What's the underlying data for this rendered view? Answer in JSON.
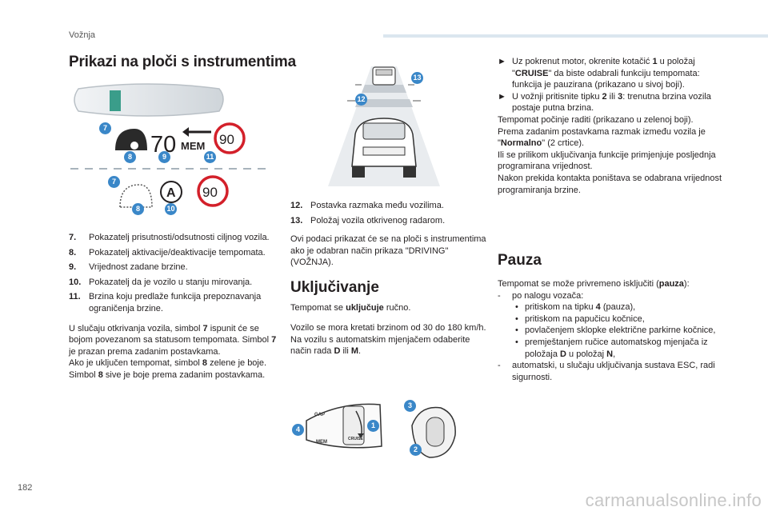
{
  "header": {
    "section": "Vožnja",
    "page_number": "182"
  },
  "watermark": "carmanualsonline.info",
  "title": "Prikazi na ploči s instrumentima",
  "dash": {
    "speed": "70",
    "mem": "MEM",
    "limit1": "90",
    "limit2": "90",
    "a": "A"
  },
  "badges": [
    "7",
    "8",
    "9",
    "11",
    "7",
    "8",
    "10",
    "12",
    "13",
    "3",
    "1",
    "4",
    "2"
  ],
  "legend_left": [
    {
      "n": "7.",
      "t": "Pokazatelj prisutnosti/odsutnosti ciljnog vozila."
    },
    {
      "n": "8.",
      "t": "Pokazatelj aktivacije/deaktivacije tempomata."
    },
    {
      "n": "9.",
      "t": "Vrijednost zadane brzine."
    },
    {
      "n": "10.",
      "t": "Pokazatelj da je vozilo u stanju mirovanja."
    },
    {
      "n": "11.",
      "t": "Brzina koju predlaže funkcija prepoznavanja ograničenja brzine."
    }
  ],
  "left_para": {
    "a1": "U slučaju otkrivanja vozila, simbol ",
    "a2": "7",
    "a3": " ispunit će se bojom povezanom sa statusom tempomata. Simbol ",
    "a4": "7",
    "a5": " je prazan prema zadanim postavkama.",
    "b1": "Ako je uključen tempomat, simbol ",
    "b2": "8",
    "b3": " zelene je boje. Simbol ",
    "b4": "8",
    "b5": " sive je boje prema zadanim postavkama."
  },
  "legend_mid": [
    {
      "n": "12.",
      "t": "Postavka razmaka među vozilima."
    },
    {
      "n": "13.",
      "t": "Položaj vozila otkrivenog radarom."
    }
  ],
  "mid_para": "Ovi podaci prikazat će se na ploči s instrumentima ako je odabran način prikaza \"DRIVING\" (VOŽNJA).",
  "ukljucivanje": {
    "title": "Uključivanje",
    "p1a": "Tempomat se ",
    "p1b": "uključuje",
    "p1c": " ručno.",
    "p2a": "Vozilo se mora kretati brzinom od 30 do 180 km/h. Na vozilu s automatskim mjenjačem odaberite način rada ",
    "p2b": "D",
    "p2c": " ili ",
    "p2d": "M",
    "p2e": "."
  },
  "stalk": {
    "gap": "GAP",
    "mem": "MEM",
    "cruise": "CRUISE"
  },
  "right": {
    "i1a": "Uz pokrenut motor, okrenite kotačić ",
    "i1b": "1",
    "i1c": " u položaj \"",
    "i1d": "CRUISE",
    "i1e": "\" da biste odabrali funkciju tempomata: funkcija je pauzirana (prikazano u sivoj boji).",
    "i2a": "U vožnji pritisnite tipku ",
    "i2b": "2",
    "i2c": " ili ",
    "i2d": "3",
    "i2e": ": trenutna brzina vozila postaje putna brzina.",
    "p1": "Tempomat počinje raditi (prikazano u zelenoj boji).",
    "p2a": "Prema zadanim postavkama razmak između vozila je \"",
    "p2b": "Normalno",
    "p2c": "\" (2 crtice).",
    "p3": "Ili se prilikom uključivanja funkcije primjenjuje posljednja programirana vrijednost.",
    "p4": "Nakon prekida kontakta poništava se odabrana vrijednost programiranja brzine."
  },
  "pauza": {
    "title": "Pauza",
    "p1a": "Tempomat se može privremeno isključiti (",
    "p1b": "pauza",
    "p1c": "):",
    "d1": "po nalogu vozača:",
    "s1a": "pritiskom na tipku ",
    "s1b": "4",
    "s1c": " (pauza),",
    "s2": "pritiskom na papučicu kočnice,",
    "s3": "povlačenjem sklopke električne parkirne kočnice,",
    "s4a": "premještanjem ručice automatskog mjenjača iz položaja ",
    "s4b": "D",
    "s4c": " u položaj ",
    "s4d": "N",
    "s4e": ",",
    "d2": "automatski, u slučaju uključivanja sustava ESC, radi sigurnosti."
  }
}
